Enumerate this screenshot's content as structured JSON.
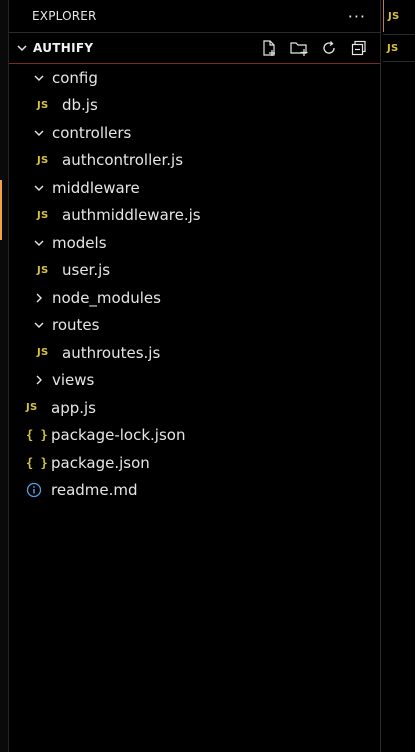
{
  "explorer": {
    "title": "EXPLORER",
    "more": "···",
    "section": {
      "title": "AUTHIFY"
    },
    "tree": [
      {
        "kind": "folder",
        "label": "config",
        "open": true
      },
      {
        "kind": "js",
        "label": "db.js"
      },
      {
        "kind": "folder",
        "label": "controllers",
        "open": true
      },
      {
        "kind": "js",
        "label": "authcontroller.js"
      },
      {
        "kind": "folder",
        "label": "middleware",
        "open": true
      },
      {
        "kind": "js",
        "label": "authmiddleware.js"
      },
      {
        "kind": "folder",
        "label": "models",
        "open": true
      },
      {
        "kind": "js",
        "label": "user.js"
      },
      {
        "kind": "folder",
        "label": "node_modules",
        "open": false
      },
      {
        "kind": "folder",
        "label": "routes",
        "open": true
      },
      {
        "kind": "js",
        "label": "authroutes.js"
      },
      {
        "kind": "folder",
        "label": "views",
        "open": false
      },
      {
        "kind": "js",
        "label": "app.js"
      },
      {
        "kind": "json",
        "label": "package-lock.json"
      },
      {
        "kind": "json",
        "label": "package.json"
      },
      {
        "kind": "info",
        "label": "readme.md"
      }
    ]
  },
  "icons": {
    "js_text": "JS",
    "json_text": "{ }"
  },
  "colors": {
    "background": "#000000",
    "js_yellow": "#d9c33b",
    "accent_orange": "#f2a14b",
    "info_blue": "#4aa3e8"
  }
}
